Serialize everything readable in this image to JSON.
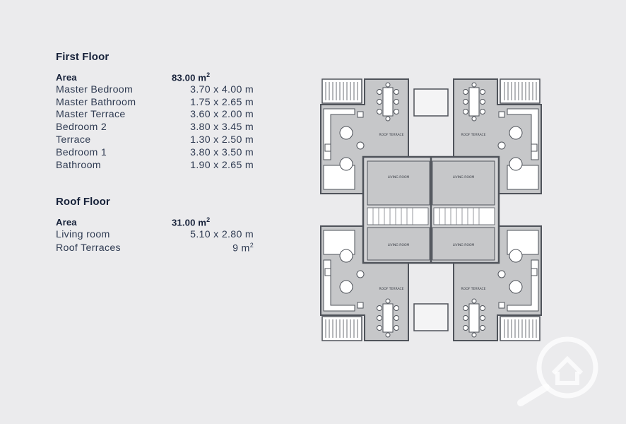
{
  "first_floor": {
    "title": "First Floor",
    "area_label": "Area",
    "area_value": "83.00 m",
    "area_unit_sup": "2",
    "rooms": [
      {
        "name": "Master Bedroom",
        "dims": "3.70  x  4.00 m"
      },
      {
        "name": "Master Bathroom",
        "dims": "1.75  x  2.65 m"
      },
      {
        "name": "Master Terrace",
        "dims": "3.60  x  2.00 m"
      },
      {
        "name": "Bedroom 2",
        "dims": "3.80  x  3.45 m"
      },
      {
        "name": "Terrace",
        "dims": "1.30  x  2.50 m"
      },
      {
        "name": "Bedroom 1",
        "dims": "3.80  x  3.50 m"
      },
      {
        "name": "Bathroom",
        "dims": "1.90  x  2.65 m"
      }
    ]
  },
  "roof_floor": {
    "title": "Roof Floor",
    "area_label": "Area",
    "area_value": "31.00 m",
    "area_unit_sup": "2",
    "rooms": [
      {
        "name": "Living room",
        "dims": "5.10  x  2.80 m"
      },
      {
        "name": "Roof Terraces",
        "dims": "9 m",
        "sup": "2"
      }
    ]
  },
  "plan_labels": {
    "roof_terrace": "ROOF TERRACE",
    "living_room": "LIVING ROOM"
  },
  "colors": {
    "background": "#ebebed",
    "text": "#1d2a44",
    "plan_floor": "#c8c9cb",
    "plan_wall": "#5a5e66"
  },
  "watermark_icon": "house-search-icon"
}
